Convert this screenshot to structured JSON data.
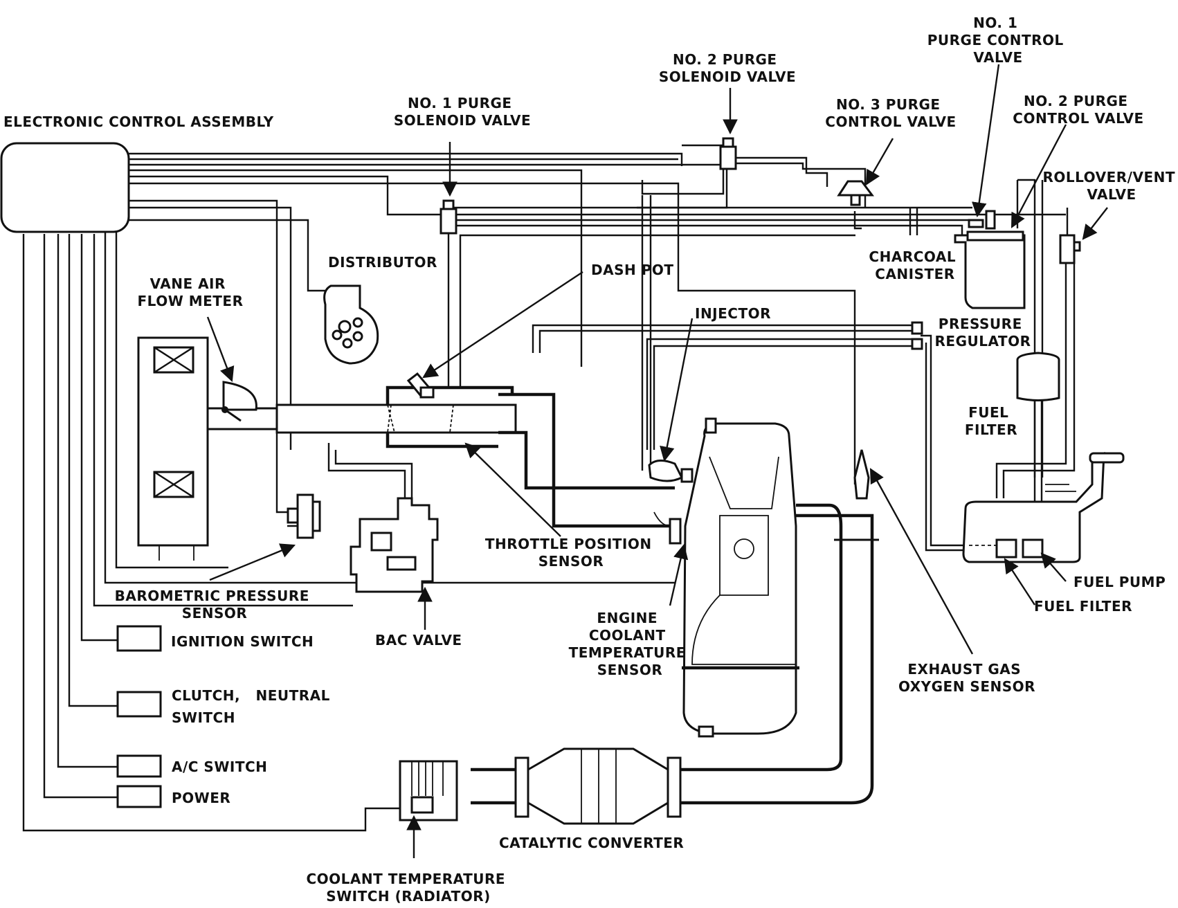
{
  "colors": {
    "ink": "#111111",
    "background": "#ffffff"
  },
  "labels": {
    "eca": "ELECTRONIC CONTROL ASSEMBLY",
    "purge_sol_1": [
      "NO. 1 PURGE",
      "SOLENOID VALVE"
    ],
    "purge_sol_2": [
      "NO. 2 PURGE",
      "SOLENOID VALVE"
    ],
    "purge_ctrl_3": [
      "NO. 3 PURGE",
      "CONTROL VALVE"
    ],
    "purge_ctrl_1": [
      "NO. 1",
      "PURGE CONTROL",
      "VALVE"
    ],
    "purge_ctrl_2": [
      "NO. 2 PURGE",
      "CONTROL VALVE"
    ],
    "rollover": [
      "ROLLOVER/VENT",
      "VALVE"
    ],
    "distributor": "DISTRIBUTOR",
    "dash_pot": "DASH POT",
    "charcoal": [
      "CHARCOAL",
      "CANISTER"
    ],
    "vane_air": [
      "VANE AIR",
      "FLOW METER"
    ],
    "injector": "INJECTOR",
    "pressure_reg": [
      "PRESSURE",
      "REGULATOR"
    ],
    "fuel_filter_upper": [
      "FUEL",
      "FILTER"
    ],
    "tps": [
      "THROTTLE POSITION",
      "SENSOR"
    ],
    "fuel_pump": "FUEL PUMP",
    "fuel_filter_lower": "FUEL FILTER",
    "baro": [
      "BAROMETRIC PRESSURE",
      "SENSOR"
    ],
    "ignition": "IGNITION SWITCH",
    "bac": "BAC VALVE",
    "ect": [
      "ENGINE",
      "COOLANT",
      "TEMPERATURE",
      "SENSOR"
    ],
    "ego": [
      "EXHAUST GAS",
      "OXYGEN SENSOR"
    ],
    "clutch": [
      "CLUTCH,   NEUTRAL",
      "SWITCH"
    ],
    "ac": "A/C SWITCH",
    "power": "POWER",
    "cat": "CATALYTIC CONVERTER",
    "coolant_switch": [
      "COOLANT TEMPERATURE",
      "SWITCH (RADIATOR)"
    ]
  }
}
